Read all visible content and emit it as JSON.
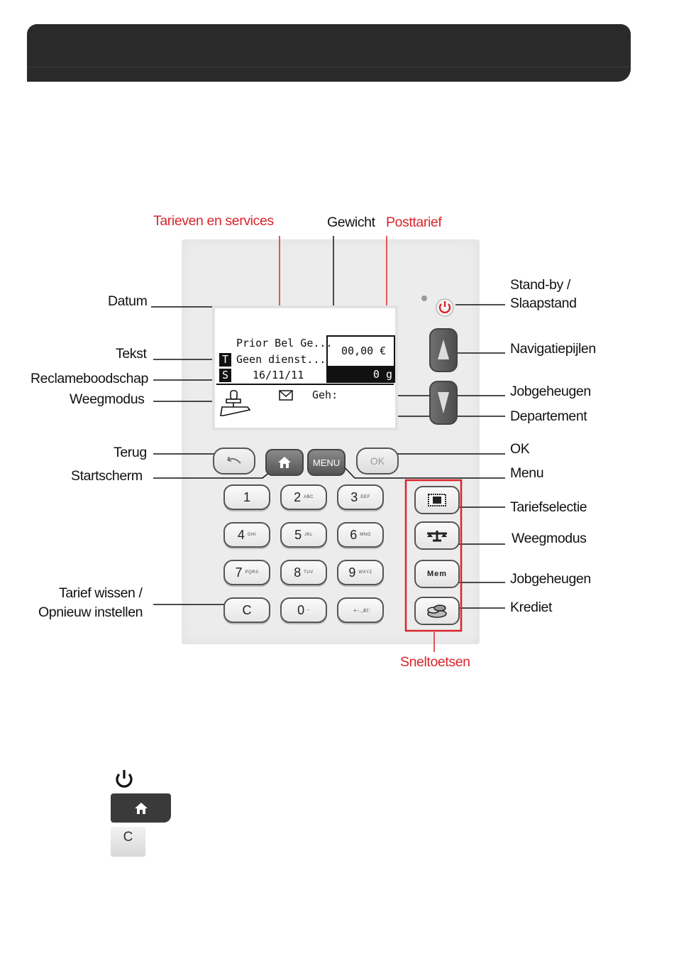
{
  "labels": {
    "tarieven": "Tarieven en services",
    "gewicht": "Gewicht",
    "posttarief": "Posttarief",
    "datum": "Datum",
    "tekst": "Tekst",
    "reclame": "Reclameboodschap",
    "weegmodus_left": "Weegmodus",
    "standby_line1": "Stand-by /",
    "standby_line2": "Slaapstand",
    "navigatie": "Navigatiepijlen",
    "jobgeheugen_top": "Jobgeheugen",
    "departement": "Departement",
    "terug": "Terug",
    "startscherm": "Startscherm",
    "ok": "OK",
    "menu": "Menu",
    "tariefselectie": "Tariefselectie",
    "weegmodus_right": "Weegmodus",
    "jobgeheugen_bottom": "Jobgeheugen",
    "krediet": "Krediet",
    "tarief_wissen_line1": "Tarief wissen /",
    "tarief_wissen_line2": "Opnieuw instellen",
    "sneltoetsen": "Sneltoetsen"
  },
  "lcd": {
    "line1": "Prior Bel Ge...",
    "line2": "Geen dienst...",
    "line3": "16/11/11",
    "price": "00,00 €",
    "weight": "0 g",
    "badge_t": "T",
    "badge_s": "S",
    "geh": "Geh:"
  },
  "buttons": {
    "menu": "MENU",
    "ok": "OK",
    "mem": "Mem",
    "c": "C"
  },
  "keypad": [
    {
      "digit": "1",
      "sub": ""
    },
    {
      "digit": "2",
      "sub": "ABC"
    },
    {
      "digit": "3",
      "sub": "DEF"
    },
    {
      "digit": "4",
      "sub": "GHI"
    },
    {
      "digit": "5",
      "sub": "JKL"
    },
    {
      "digit": "6",
      "sub": "MNO"
    },
    {
      "digit": "7",
      "sub": "PQRS"
    },
    {
      "digit": "8",
      "sub": "TUV"
    },
    {
      "digit": "9",
      "sub": "WXYZ"
    },
    {
      "digit": "C",
      "sub": ""
    },
    {
      "digit": "0",
      "sub": "–"
    },
    {
      "digit": "",
      "sub": "+-.,#/:"
    }
  ],
  "legend": {
    "c_key": "C"
  },
  "colors": {
    "accent_red": "#d9252b",
    "header_bar": "#2a2a2a"
  }
}
